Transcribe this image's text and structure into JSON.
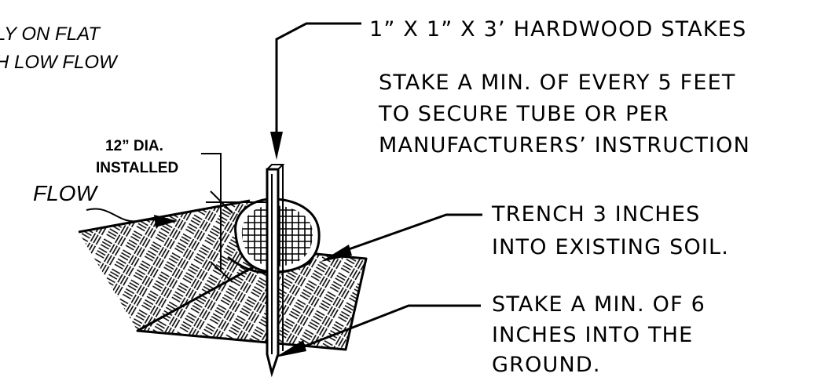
{
  "colors": {
    "ink": "#000000",
    "paper": "#ffffff"
  },
  "note_top_left": {
    "line1": "LY ON FLAT",
    "line2": "H LOW FLOW"
  },
  "flow_label": "FLOW",
  "diameter_callout": {
    "line1": "12” DIA.",
    "line2": "INSTALLED"
  },
  "stake_callout": "1” X 1” X 3’ HARDWOOD STAKES",
  "stake_spacing_note": {
    "line1": "STAKE A MIN. OF EVERY 5 FEET",
    "line2": "TO SECURE TUBE OR  PER",
    "line3": "MANUFACTURERS’ INSTRUCTION"
  },
  "trench_note": {
    "line1": "TRENCH 3 INCHES",
    "line2": "INTO EXISTING SOIL."
  },
  "stake_depth_note": {
    "line1": "STAKE A MIN. OF 6",
    "line2": "INCHES INTO THE",
    "line3": "GROUND."
  }
}
